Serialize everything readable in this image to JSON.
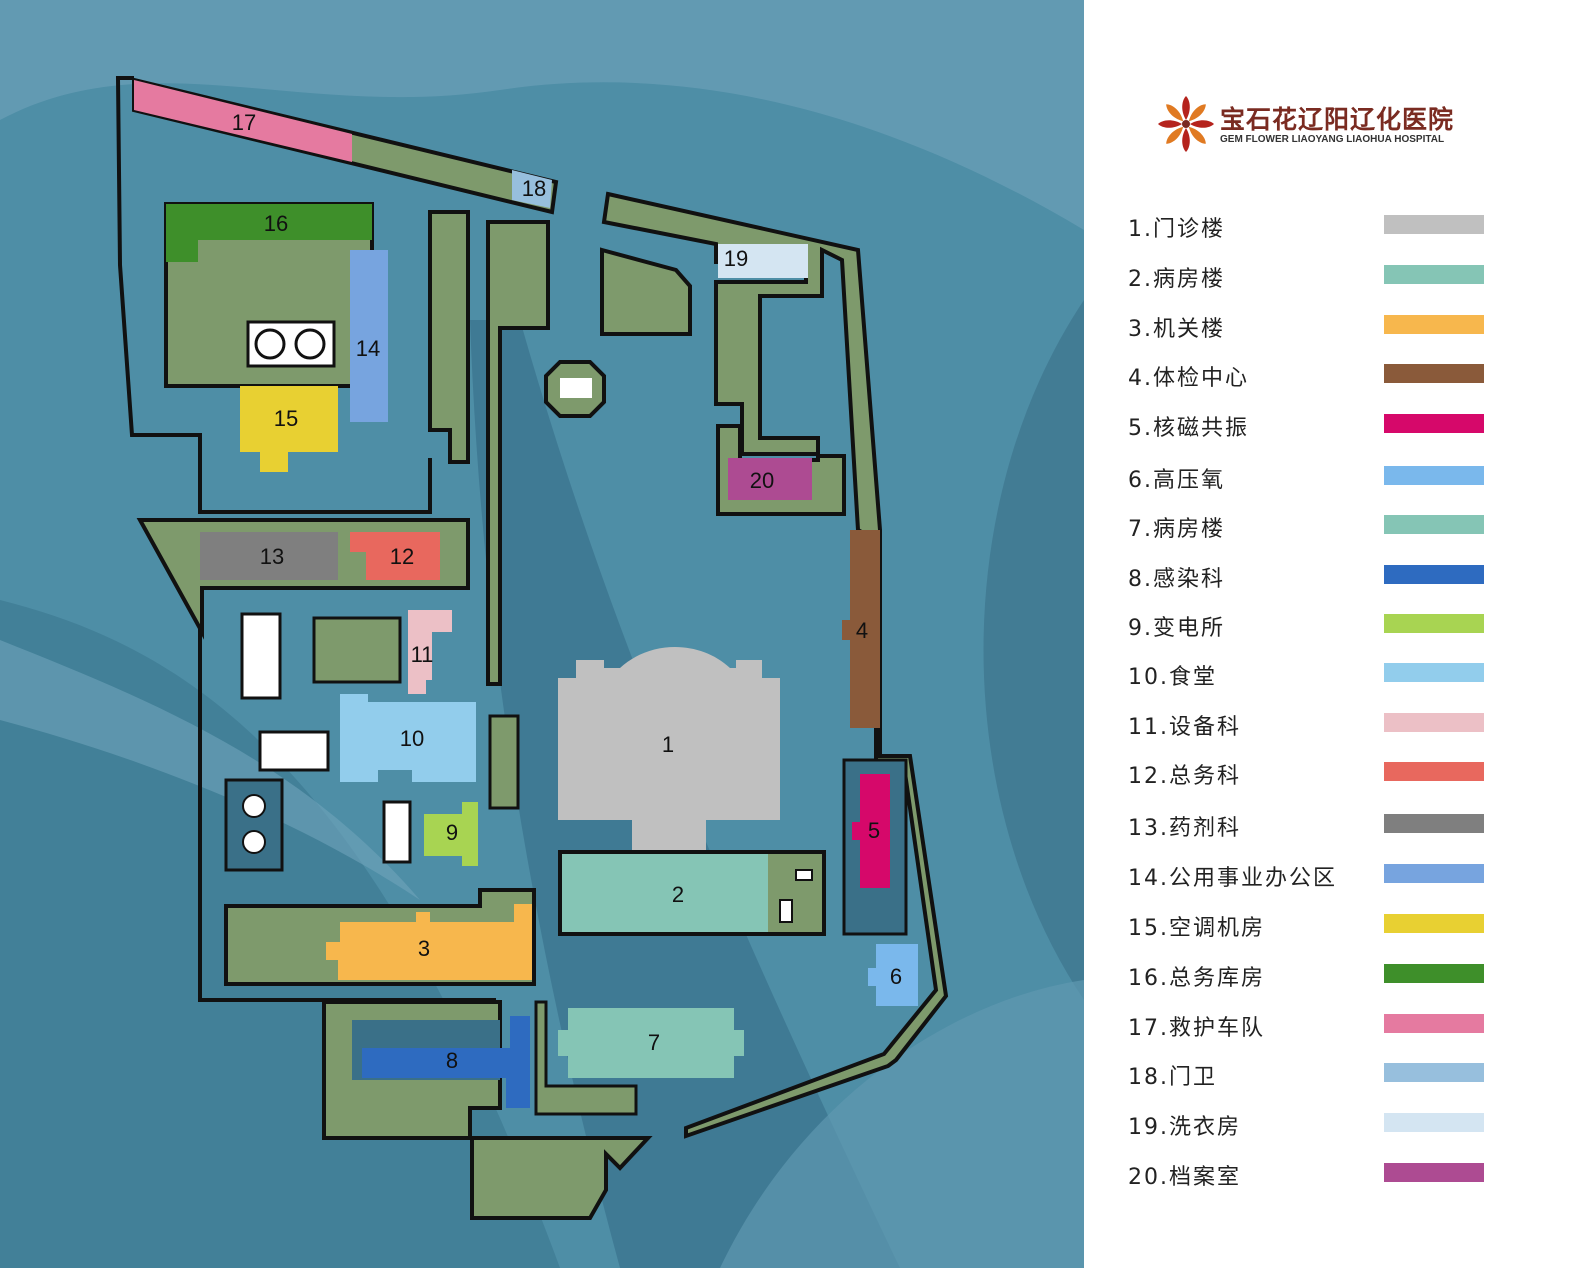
{
  "hospital": {
    "name_cn": "宝石花辽阳辽化医院",
    "name_en": "GEM FLOWER LIAOYANG LIAOHUA HOSPITAL",
    "logo_icon": "gem-flower-logo-icon"
  },
  "legend": [
    {
      "label": "1.门诊楼",
      "color": "#c0c0c0"
    },
    {
      "label": "2.病房楼",
      "color": "#85c5b5"
    },
    {
      "label": "3.机关楼",
      "color": "#f7b74d"
    },
    {
      "label": "4.体检中心",
      "color": "#8a5a3a"
    },
    {
      "label": "5.核磁共振",
      "color": "#d6086a"
    },
    {
      "label": "6.高压氧",
      "color": "#7ab8ec"
    },
    {
      "label": "7.病房楼",
      "color": "#85c5b5"
    },
    {
      "label": "8.感染科",
      "color": "#2e6bc0"
    },
    {
      "label": "9.变电所",
      "color": "#a8d452"
    },
    {
      "label": "10.食堂",
      "color": "#92cdec"
    },
    {
      "label": "11.设备科",
      "color": "#ecc0c6"
    },
    {
      "label": "12.总务科",
      "color": "#e8685e"
    },
    {
      "label": "13.药剂科",
      "color": "#7f7f7f"
    },
    {
      "label": "14.公用事业办公区",
      "color": "#77a4df"
    },
    {
      "label": "15.空调机房",
      "color": "#e8d032"
    },
    {
      "label": "16.总务库房",
      "color": "#3e8f2a"
    },
    {
      "label": "17.救护车队",
      "color": "#e57aa0"
    },
    {
      "label": "18.门卫",
      "color": "#97bfdd"
    },
    {
      "label": "19.洗衣房",
      "color": "#d4e5f2"
    },
    {
      "label": "20.档案室",
      "color": "#ad4b92"
    }
  ],
  "buildings": [
    "1",
    "2",
    "3",
    "4",
    "5",
    "6",
    "7",
    "8",
    "9",
    "10",
    "11",
    "12",
    "13",
    "14",
    "15",
    "16",
    "17",
    "18",
    "19",
    "20"
  ],
  "colors": {
    "map_water": "#4e8ea6",
    "map_light": "#6fa3bb",
    "map_dark": "#3a7088",
    "ground": "#7e9a6c",
    "outline": "#111111"
  }
}
